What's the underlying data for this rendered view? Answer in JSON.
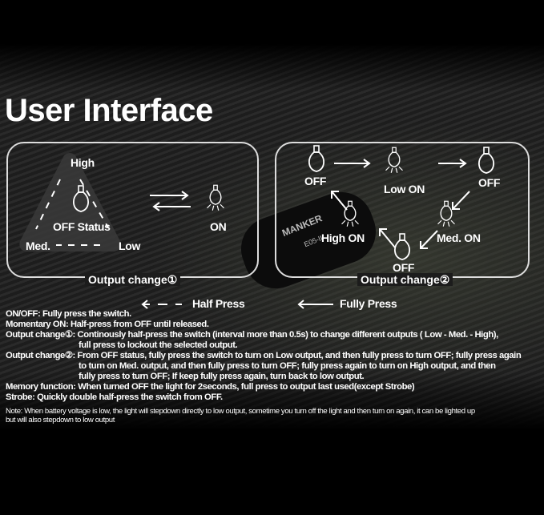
{
  "title": "User Interface",
  "diagram1": {
    "high": "High",
    "off_status": "OFF Status",
    "med": "Med.",
    "low": "Low",
    "on": "ON",
    "caption": "Output change①"
  },
  "diagram2": {
    "off1": "OFF",
    "low_on": "Low ON",
    "off2": "OFF",
    "high_on": "High ON",
    "med_on": "Med. ON",
    "off3": "OFF",
    "caption": "Output change②"
  },
  "legend": {
    "half_press": "Half Press",
    "fully_press": "Fully Press"
  },
  "instructions": [
    "ON/OFF: Fully press the switch.",
    "Momentary ON: Half-press from OFF until released.",
    "Output change①: Continously half-press the switch (interval more than 0.5s) to change different outputs ( Low - Med. - High),",
    "full press to lockout the selected output.",
    "Output change②: From OFF status, fully press the switch to turn on Low output, and then fully press to turn OFF; fully press again",
    "to turn on Med. output, and then fully press to turn OFF; fully press again to turn on High output, and then",
    "fully press to turn OFF; If keep fully press again, turn back to low output.",
    "Memory function: When turned OFF the light for 2seconds, full press to output last used(except Strobe)",
    "Strobe: Quickly double half-press the switch from OFF."
  ],
  "note": [
    "Note: When battery voltage is low, the light will stepdown directly to low output, sometime you turn off the light and then turn on again, it can be lighted up",
    "but will also stepdown to low output"
  ],
  "product": {
    "brand": "MANKER",
    "model": "E05-II"
  }
}
